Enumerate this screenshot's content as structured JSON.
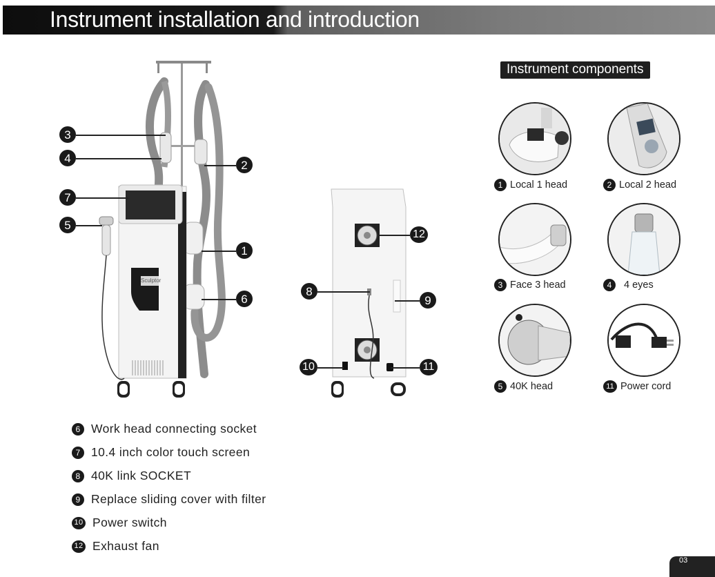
{
  "header": {
    "title": "Instrument installation and introduction"
  },
  "components_title": "Instrument components",
  "callouts": [
    "3",
    "4",
    "7",
    "5",
    "2",
    "1",
    "6",
    "8",
    "10",
    "12",
    "9",
    "11"
  ],
  "components": [
    {
      "num": "1",
      "label": "Local 1 head"
    },
    {
      "num": "2",
      "label": "Local 2 head"
    },
    {
      "num": "3",
      "label": "Face 3 head"
    },
    {
      "num": "4",
      "label": "4 eyes"
    },
    {
      "num": "5",
      "label": "40K head"
    },
    {
      "num": "11",
      "label": "Power cord"
    }
  ],
  "list": [
    {
      "num": "6",
      "text": "Work head connecting socket"
    },
    {
      "num": "7",
      "text": "10.4 inch color touch screen"
    },
    {
      "num": "8",
      "text": "40K link SOCKET"
    },
    {
      "num": "9",
      "text": "Replace sliding cover with filter"
    },
    {
      "num": "10",
      "text": "Power switch"
    },
    {
      "num": "12",
      "text": "Exhaust fan"
    }
  ],
  "device_brand": "Sculptor",
  "page_number": "03"
}
